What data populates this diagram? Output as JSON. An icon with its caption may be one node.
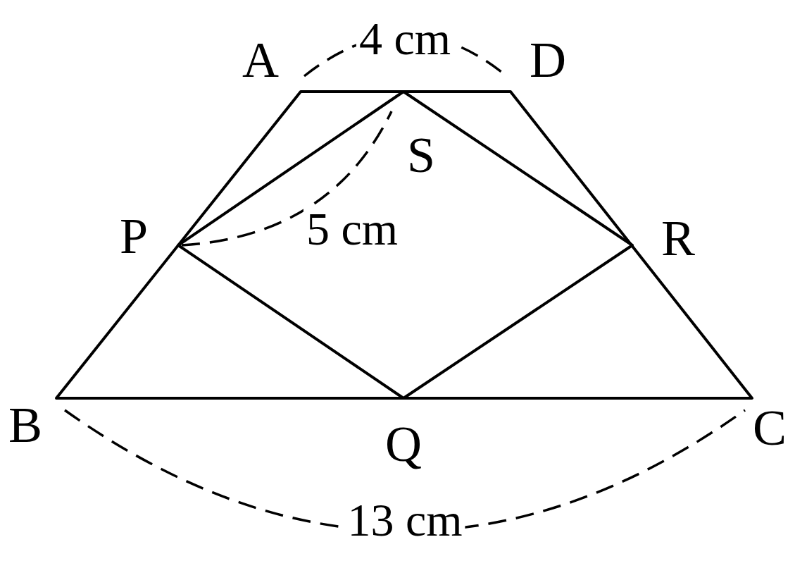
{
  "diagram": {
    "labels": [
      "A",
      "4 cm",
      "D",
      "S",
      "P",
      "5 cm",
      "R",
      "B",
      "Q",
      "C",
      "13 cm"
    ]
  }
}
